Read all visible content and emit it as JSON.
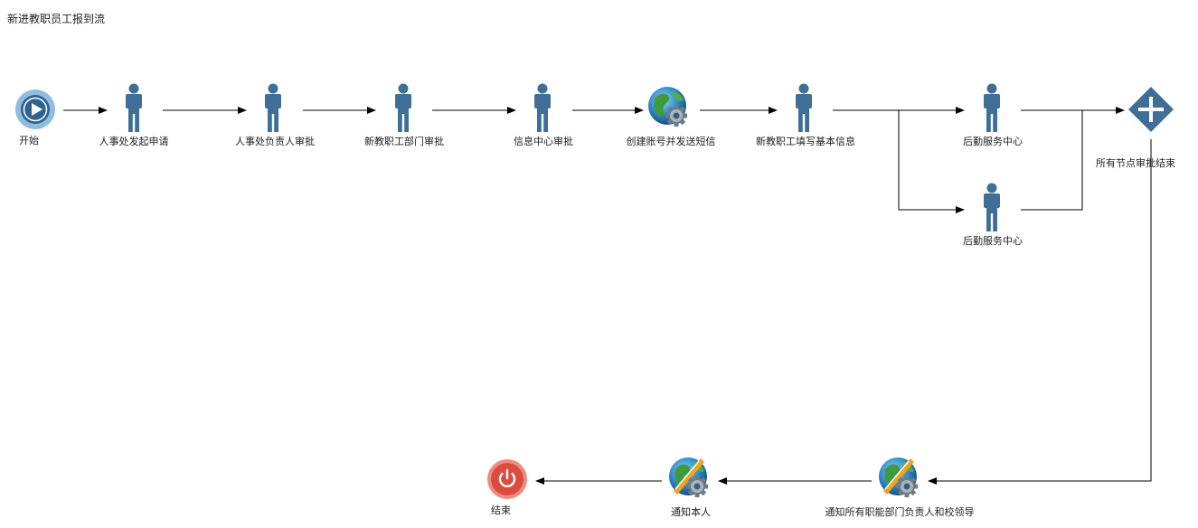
{
  "title": "新进教职员工报到流",
  "colors": {
    "person": "#3f6f96",
    "start_outer": "#8fbde0",
    "start_inner": "#2f6290",
    "gateway": "#3f6f96",
    "end_outer": "#f08b80",
    "end_inner": "#dc4c3e",
    "arrow": "#000000"
  },
  "nodes": {
    "start": {
      "label": "开始",
      "icon": "play-icon"
    },
    "hr_initiate": {
      "label": "人事处发起申请",
      "icon": "person-icon"
    },
    "hr_head": {
      "label": "人事处负责人审批",
      "icon": "person-icon"
    },
    "dept_approve": {
      "label": "新教职工部门审批",
      "icon": "person-icon"
    },
    "info_center": {
      "label": "信息中心审批",
      "icon": "person-icon"
    },
    "create_account": {
      "label": "创建账号并发送短信",
      "icon": "globe-gear-icon"
    },
    "fill_info": {
      "label": "新教职工填写基本信息",
      "icon": "person-icon"
    },
    "logistics_1": {
      "label": "后勤服务中心",
      "icon": "person-icon"
    },
    "logistics_2": {
      "label": "后勤服务中心",
      "icon": "person-icon"
    },
    "gateway": {
      "label": "所有节点审批结束",
      "icon": "plus-diamond-icon"
    },
    "notify_leaders": {
      "label": "通知所有职能部门负责人和校领导",
      "icon": "globe-mail-gear-icon"
    },
    "notify_self": {
      "label": "通知本人",
      "icon": "globe-mail-gear-icon"
    },
    "end": {
      "label": "结束",
      "icon": "power-icon"
    }
  }
}
